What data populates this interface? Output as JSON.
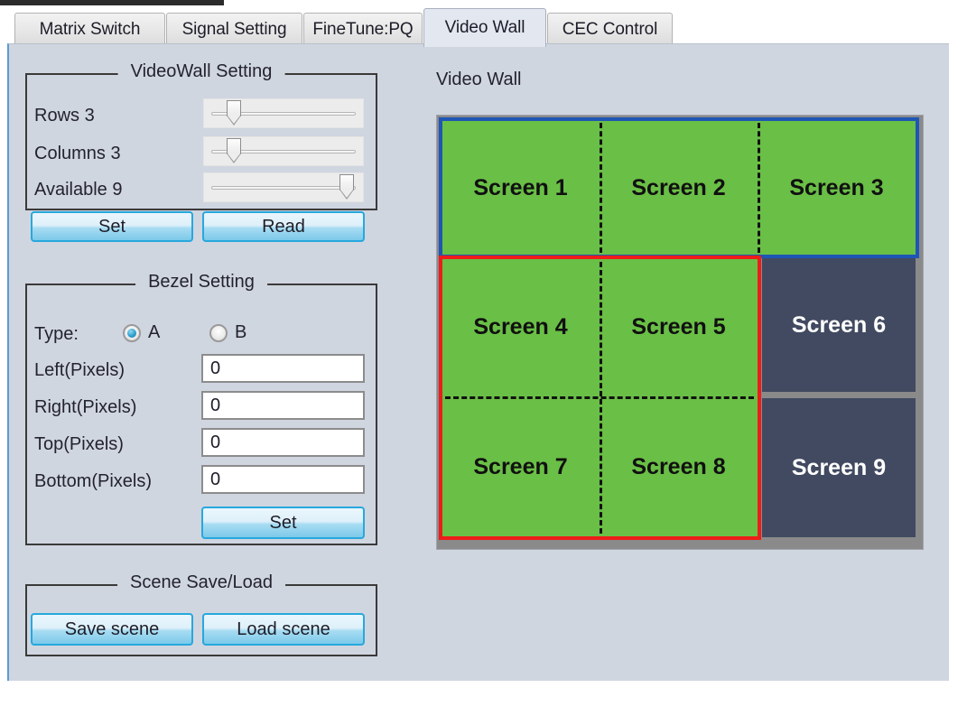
{
  "tabs": [
    {
      "label": "Matrix Switch",
      "selected": false
    },
    {
      "label": "Signal Setting",
      "selected": false
    },
    {
      "label": "FineTune:PQ",
      "selected": false
    },
    {
      "label": "Video Wall",
      "selected": true
    },
    {
      "label": "CEC Control",
      "selected": false
    }
  ],
  "videowall_setting": {
    "title": "VideoWall Setting",
    "rows_label": "Rows 3",
    "rows_value": 3,
    "columns_label": "Columns 3",
    "columns_value": 3,
    "available_label": "Available 9",
    "available_value": 9,
    "set_label": "Set",
    "read_label": "Read"
  },
  "bezel_setting": {
    "title": "Bezel Setting",
    "type_label": "Type:",
    "type_options": [
      {
        "label": "A",
        "checked": true
      },
      {
        "label": "B",
        "checked": false
      }
    ],
    "fields": [
      {
        "label": "Left(Pixels)",
        "value": "0"
      },
      {
        "label": "Right(Pixels)",
        "value": "0"
      },
      {
        "label": "Top(Pixels)",
        "value": "0"
      },
      {
        "label": "Bottom(Pixels)",
        "value": "0"
      }
    ],
    "set_label": "Set"
  },
  "scene": {
    "title": "Scene Save/Load",
    "save_label": "Save scene",
    "load_label": "Load scene"
  },
  "video_wall": {
    "heading": "Video Wall",
    "rows": 3,
    "columns": 3,
    "screens": [
      {
        "label": "Screen 1",
        "state": "selected",
        "group": "blue"
      },
      {
        "label": "Screen 2",
        "state": "selected",
        "group": "blue"
      },
      {
        "label": "Screen 3",
        "state": "selected",
        "group": "blue"
      },
      {
        "label": "Screen 4",
        "state": "selected",
        "group": "red"
      },
      {
        "label": "Screen 5",
        "state": "selected",
        "group": "red"
      },
      {
        "label": "Screen 6",
        "state": "unselected",
        "group": "none"
      },
      {
        "label": "Screen 7",
        "state": "selected",
        "group": "red"
      },
      {
        "label": "Screen 8",
        "state": "selected",
        "group": "red"
      },
      {
        "label": "Screen 9",
        "state": "unselected",
        "group": "none"
      }
    ]
  },
  "colors": {
    "page_background": "#d0d6e0",
    "screen_selected": "#6abf46",
    "screen_unselected": "#414a60",
    "group_outline_blue": "#1f55b5",
    "group_outline_red": "#ee1c19",
    "button_accent": "#27a8dd",
    "wall_frame": "#8a8a8a"
  }
}
